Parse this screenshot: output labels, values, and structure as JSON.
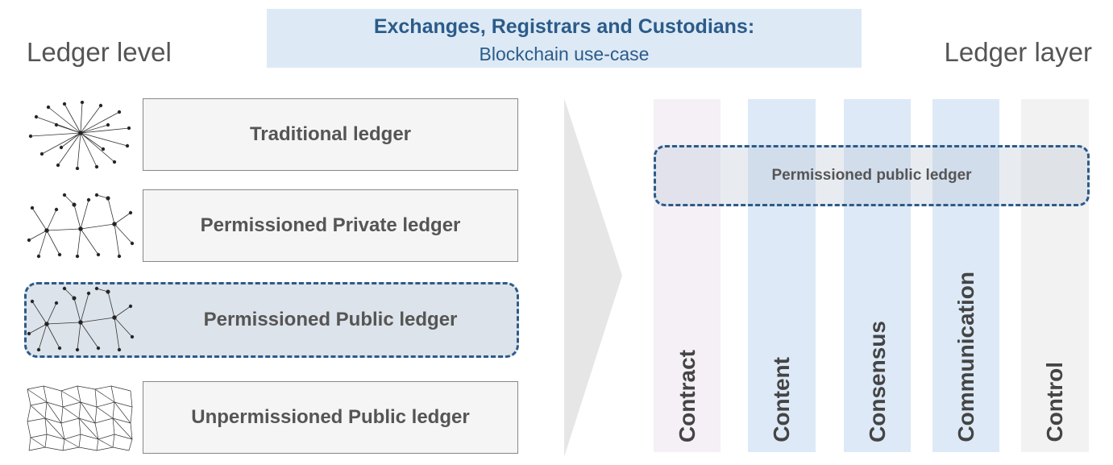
{
  "banner": {
    "title": "Exchanges, Registrars and Custodians:",
    "subtitle": "Blockchain use-case"
  },
  "left_header": "Ledger level",
  "right_header": "Ledger layer",
  "ledger_levels": [
    {
      "label": "Traditional ledger",
      "network": "centralized",
      "highlighted": false
    },
    {
      "label": "Permissioned Private ledger",
      "network": "decentralized",
      "highlighted": false
    },
    {
      "label": "Permissioned Public ledger",
      "network": "decentralized",
      "highlighted": true
    },
    {
      "label": "Unpermissioned Public ledger",
      "network": "distributed",
      "highlighted": false
    }
  ],
  "layers": [
    {
      "label": "Contract",
      "color": "#f5f0f6"
    },
    {
      "label": "Content",
      "color": "#dde9f6"
    },
    {
      "label": "Consensus",
      "color": "#dde9f6"
    },
    {
      "label": "Communication",
      "color": "#dde9f6"
    },
    {
      "label": "Control",
      "color": "#f2f2f2"
    }
  ],
  "selection_label": "Permissioned public ledger",
  "colors": {
    "accent": "#2c5b89",
    "banner_bg": "#ddeaf6",
    "highlight_bg": "#dde3ea"
  }
}
